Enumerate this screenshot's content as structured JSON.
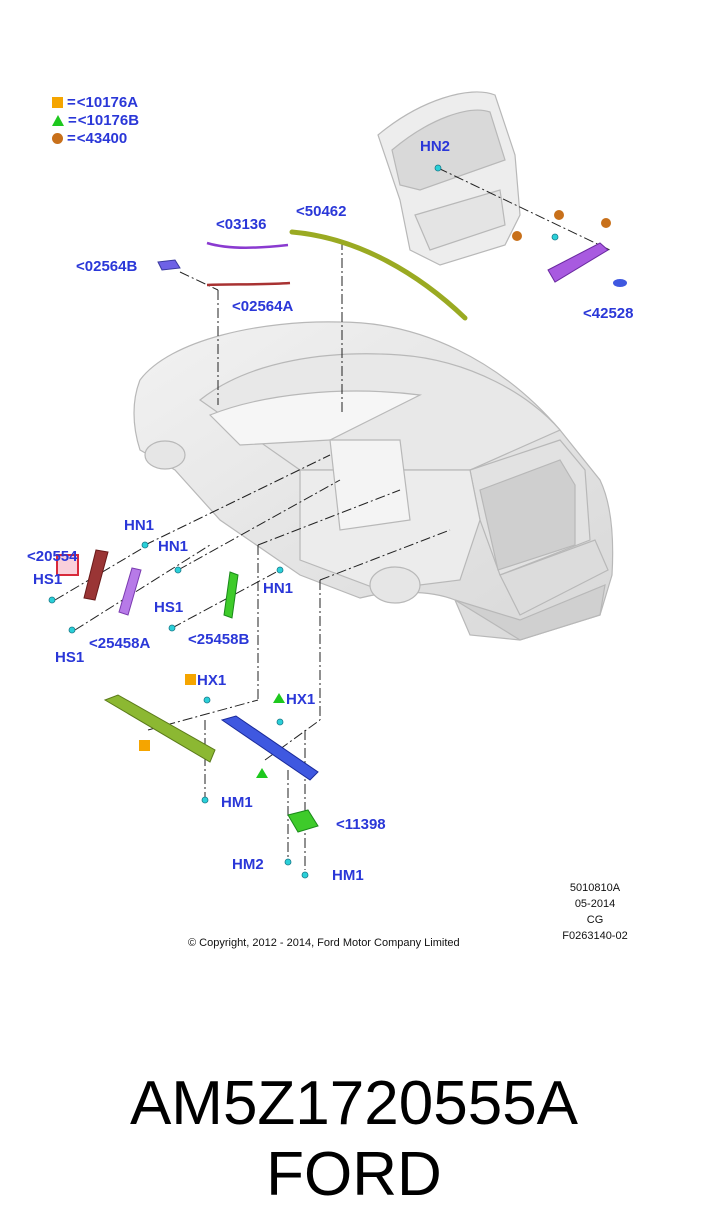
{
  "legend": [
    {
      "symbol": "square",
      "text": "<10176A",
      "color": "#f5a500"
    },
    {
      "symbol": "triangle",
      "text": "<10176B",
      "color": "#1ec81e"
    },
    {
      "symbol": "circle",
      "text": "<43400",
      "color": "#c8701a"
    }
  ],
  "legend_eq": "=",
  "callouts": {
    "hn2": "HN2",
    "c50462": "<50462",
    "c03136": "<03136",
    "c02564b": "<02564B",
    "c02564a": "<02564A",
    "c42528": "<42528",
    "hn1_a": "HN1",
    "c20554": "<20554",
    "hs1_a": "HS1",
    "hn1_b": "HN1",
    "hs1_b": "HS1",
    "c25458a": "<25458A",
    "hs1_c": "HS1",
    "c25458b": "<25458B",
    "hn1_c": "HN1",
    "hx1_a": "HX1",
    "hx1_b": "HX1",
    "hm1_a": "HM1",
    "c11398": "<11398",
    "hm2": "HM2",
    "hm1_b": "HM1"
  },
  "meta": {
    "line1": "5010810A",
    "line2": "05-2014",
    "line3": "CG",
    "line4": "F0263140-02"
  },
  "copyright": "© Copyright, 2012 - 2014, Ford Motor Company Limited",
  "part_number": "AM5Z1720555A",
  "brand": "FORD",
  "colors": {
    "label": "#2a37d8",
    "legend_square": "#f5a500",
    "legend_triangle": "#1ec81e",
    "legend_circle": "#c8701a",
    "roof_strip": "#9aaa22",
    "purple_part": "#a85ae0",
    "sill_green": "#8cb832",
    "sill_blue": "#3f58e0",
    "clip_cyan": "#2ad0d8",
    "pillar_red": "#9a3535",
    "pillar_green": "#3ecb2a"
  }
}
